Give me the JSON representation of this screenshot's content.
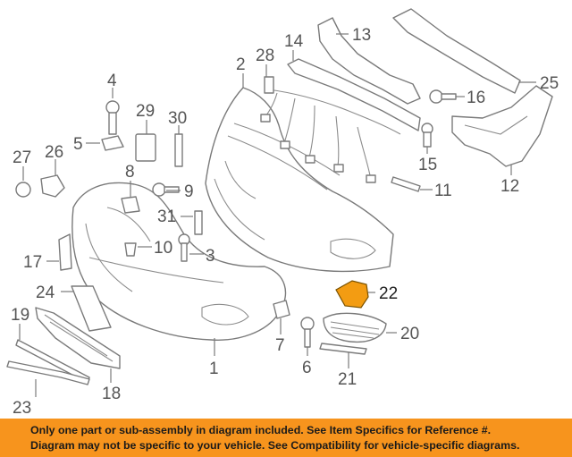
{
  "diagram": {
    "callouts": {
      "c1": "1",
      "c2": "2",
      "c3": "3",
      "c4": "4",
      "c5": "5",
      "c6": "6",
      "c7": "7",
      "c8": "8",
      "c9": "9",
      "c10": "10",
      "c11": "11",
      "c12": "12",
      "c13": "13",
      "c14": "14",
      "c15": "15",
      "c16": "16",
      "c17": "17",
      "c18": "18",
      "c19": "19",
      "c20": "20",
      "c21": "21",
      "c22": "22",
      "c23": "23",
      "c24": "24",
      "c25": "25",
      "c26": "26",
      "c27": "27",
      "c28": "28",
      "c29": "29",
      "c30": "30",
      "c31": "31"
    },
    "highlight_color": "#f39c12"
  },
  "footer": {
    "line1": "Only one part or sub-assembly in diagram included. See Item Specifics for Reference #.",
    "line2": "Diagram may not be specific to your vehicle. See Compatibility for vehicle-specific diagrams.",
    "background": "#f7941d"
  }
}
